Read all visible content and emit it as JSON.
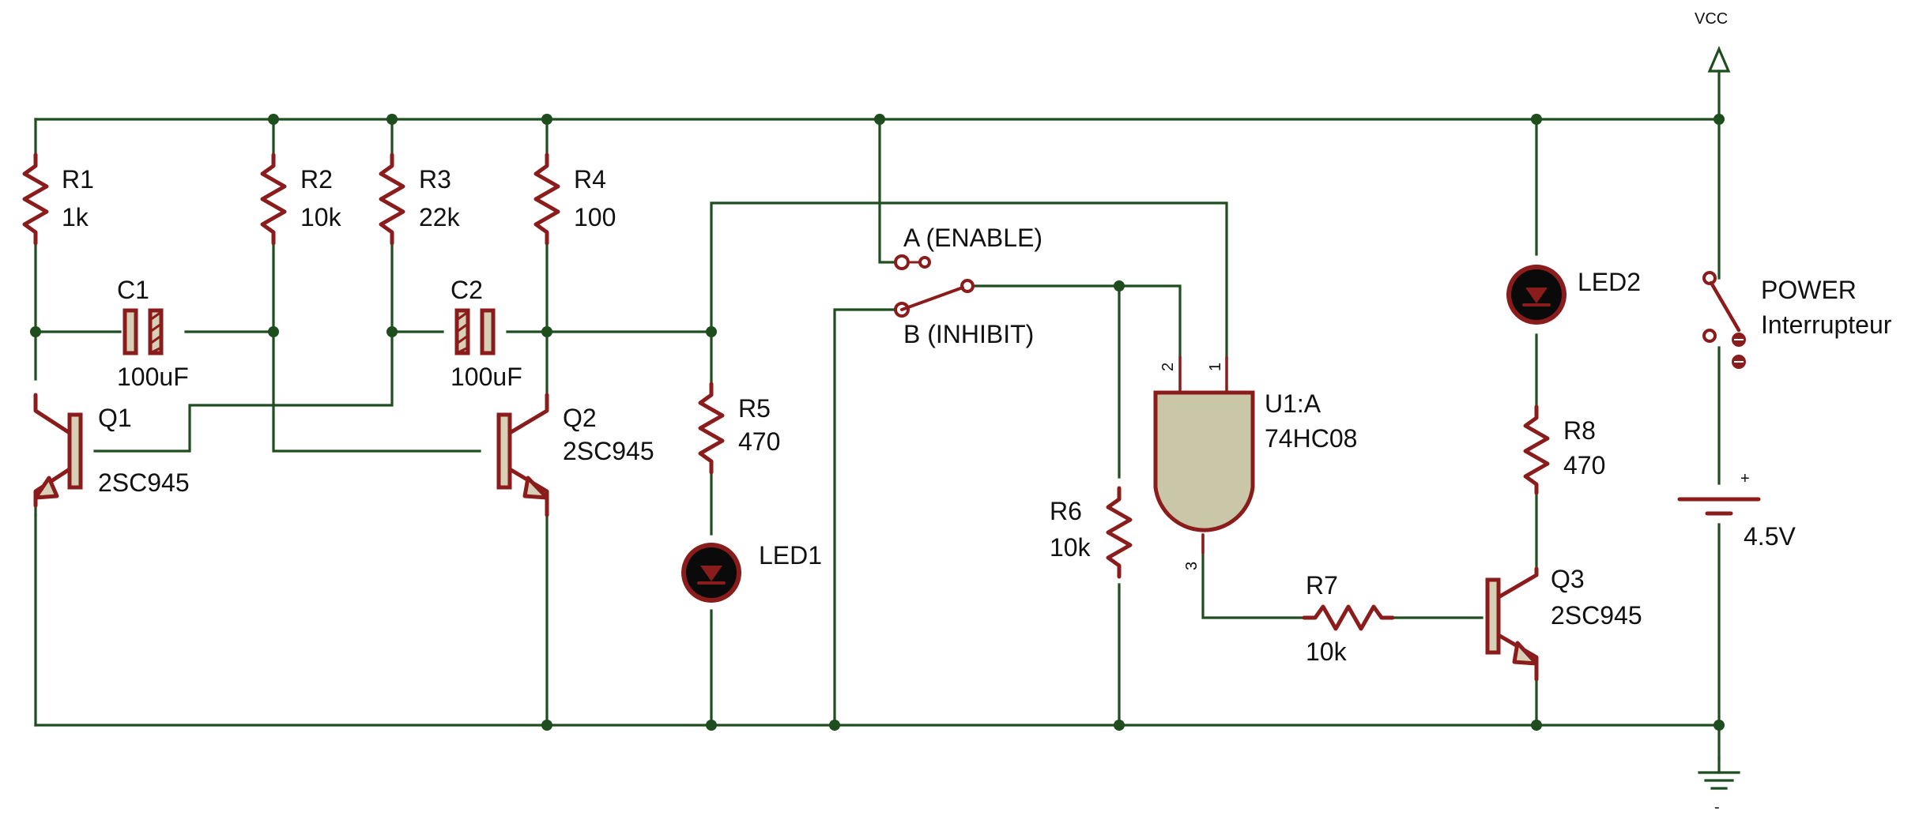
{
  "supply": {
    "vcc_label": "VCC"
  },
  "components": {
    "r1": {
      "ref": "R1",
      "value": "1k"
    },
    "r2": {
      "ref": "R2",
      "value": "10k"
    },
    "r3": {
      "ref": "R3",
      "value": "22k"
    },
    "r4": {
      "ref": "R4",
      "value": "100"
    },
    "r5": {
      "ref": "R5",
      "value": "470"
    },
    "r6": {
      "ref": "R6",
      "value": "10k"
    },
    "r7": {
      "ref": "R7",
      "value": "10k"
    },
    "r8": {
      "ref": "R8",
      "value": "470"
    },
    "c1": {
      "ref": "C1",
      "value": "100uF"
    },
    "c2": {
      "ref": "C2",
      "value": "100uF"
    },
    "q1": {
      "ref": "Q1",
      "value": "2SC945"
    },
    "q2": {
      "ref": "Q2",
      "value": "2SC945"
    },
    "q3": {
      "ref": "Q3",
      "value": "2SC945"
    },
    "led1": {
      "ref": "LED1"
    },
    "led2": {
      "ref": "LED2"
    },
    "u1": {
      "ref": "U1:A",
      "value": "74HC08",
      "pin1": "1",
      "pin2": "2",
      "pin3": "3"
    },
    "switch_ab": {
      "pos_a": "A (ENABLE)",
      "pos_b": "B (INHIBIT)"
    },
    "power_switch": {
      "label1": "POWER",
      "label2": "Interrupteur"
    },
    "battery": {
      "value": "4.5V",
      "plus": "+",
      "minus": "-"
    }
  }
}
